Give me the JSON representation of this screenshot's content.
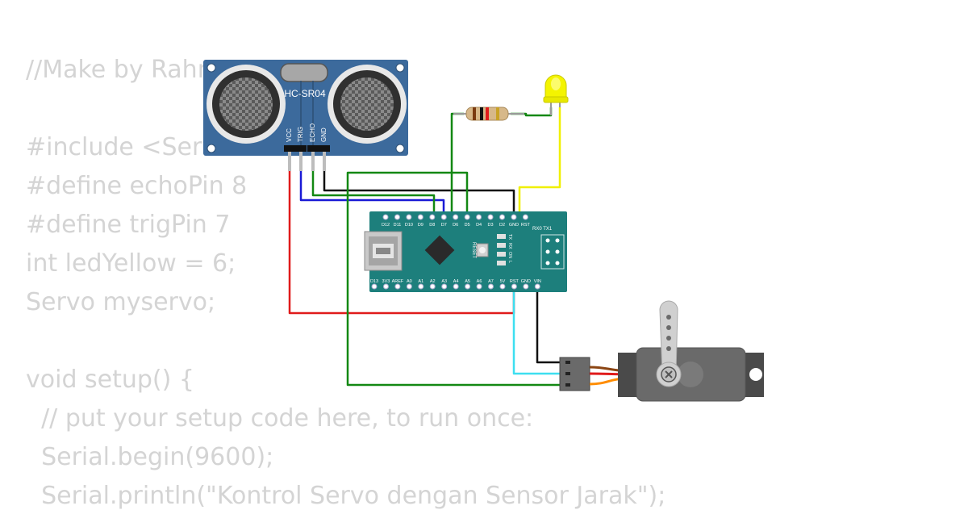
{
  "code": {
    "lines": [
      "//Make by Rahmat",
      "",
      "#include <Servo.h>",
      "#define echoPin 8",
      "#define trigPin 7",
      "int ledYellow = 6;",
      "Servo myservo;",
      "",
      "void setup() {",
      "  // put your setup code here, to run once:",
      "  Serial.begin(9600);",
      "  Serial.println(\"Kontrol Servo dengan Sensor Jarak\");"
    ]
  },
  "sensor": {
    "title": "HC-SR04",
    "pins": [
      "VCC",
      "TRIG",
      "ECHO",
      "GND"
    ]
  },
  "board": {
    "top_pins": [
      "D12",
      "D11",
      "D10",
      "D9",
      "D8",
      "D7",
      "D6",
      "D5",
      "D4",
      "D3",
      "D2",
      "GND",
      "RST"
    ],
    "bottom_pins": [
      "D13",
      "3V3",
      "AREF",
      "A0",
      "A1",
      "A2",
      "A3",
      "A4",
      "A5",
      "A6",
      "A7",
      "5V",
      "RST",
      "GND",
      "VIN"
    ],
    "rx_tx": "RX0 TX1",
    "reset_label": "RESET",
    "led_labels": [
      "TX",
      "RX",
      "ON",
      "L"
    ]
  },
  "colors": {
    "code_text": "#d4d4d4",
    "board": "#1d7f7c",
    "sensor": "#3c6a9c",
    "wire_red": "#e01b1b",
    "wire_blue": "#1a1ad6",
    "wire_green": "#138813",
    "wire_black": "#111111",
    "wire_yellow": "#f0f000",
    "wire_cyan": "#3ddff0",
    "led": "#f4f400",
    "servo": "#6a6a6a"
  }
}
